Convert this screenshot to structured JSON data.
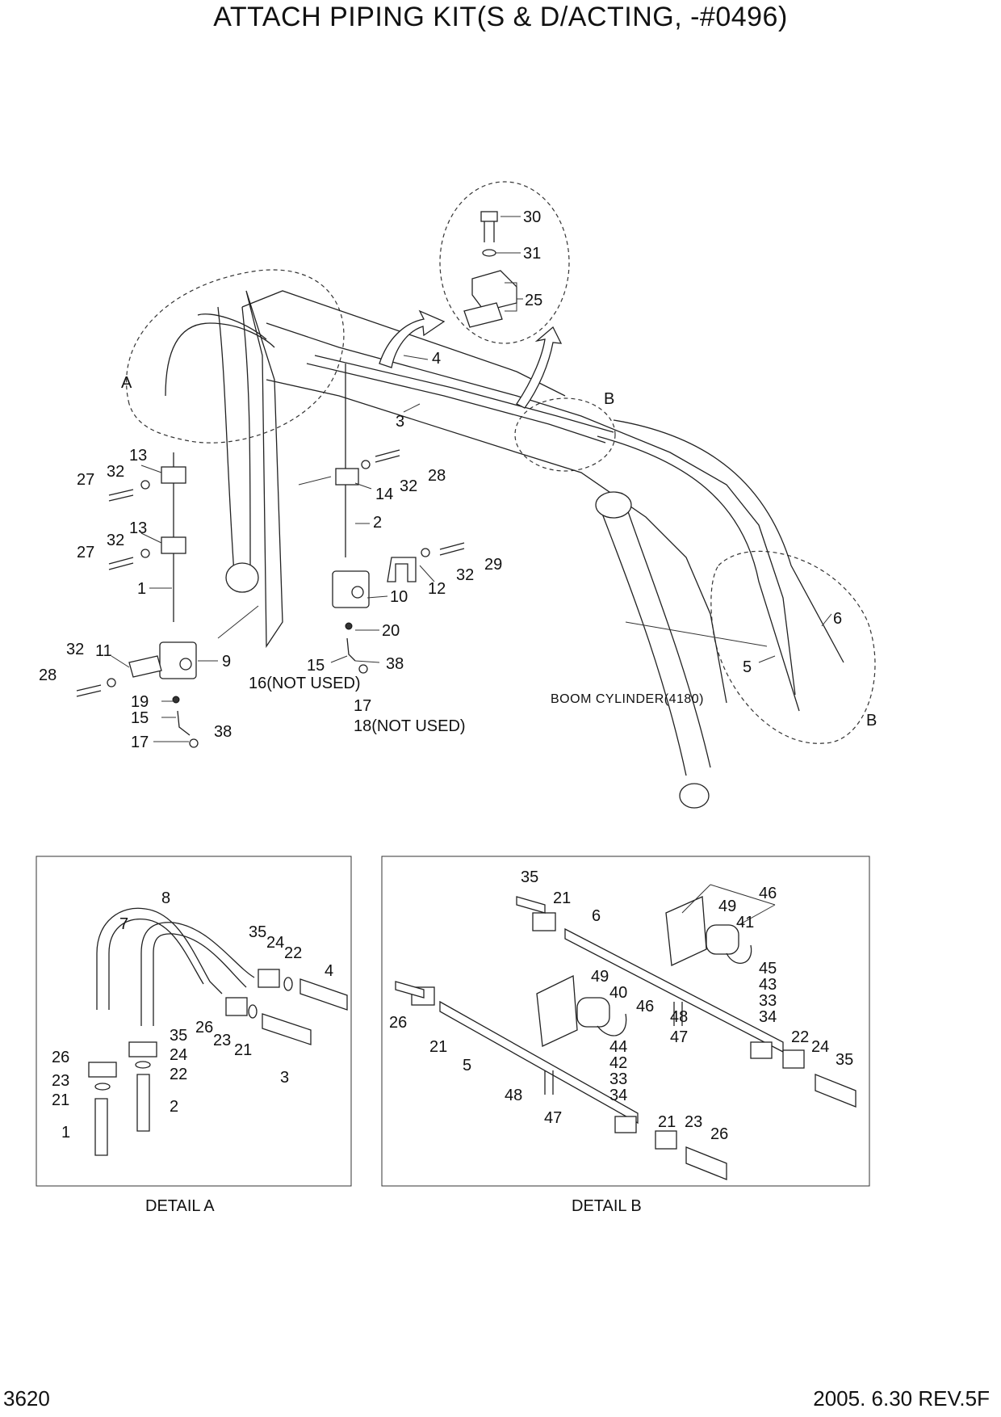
{
  "title": "ATTACH PIPING KIT(S & D/ACTING, -#0496)",
  "labels": {
    "callouts": [
      "30",
      "31",
      "25",
      "4",
      "3",
      "A",
      "B",
      "13",
      "32",
      "27",
      "13",
      "32",
      "27",
      "1",
      "14",
      "32",
      "28",
      "2",
      "29",
      "32",
      "12",
      "10",
      "20",
      "9",
      "11",
      "32",
      "28",
      "19",
      "15",
      "17",
      "38",
      "15",
      "16(NOT USED)",
      "38",
      "17",
      "18(NOT USED)",
      "6",
      "5",
      "B",
      "BOOM CYLINDER(4180)"
    ],
    "detail_a": [
      "8",
      "7",
      "35",
      "24",
      "22",
      "4",
      "26",
      "23",
      "21",
      "3",
      "35",
      "24",
      "22",
      "26",
      "23",
      "21",
      "2",
      "1"
    ],
    "detail_b": [
      "35",
      "21",
      "6",
      "46",
      "49",
      "41",
      "45",
      "43",
      "33",
      "34",
      "26",
      "49",
      "40",
      "46",
      "21",
      "5",
      "48",
      "47",
      "44",
      "42",
      "33",
      "34",
      "48",
      "47",
      "21",
      "23",
      "26",
      "22",
      "24",
      "35"
    ]
  },
  "captions": {
    "detail_a": "DETAIL A",
    "detail_b": "DETAIL B"
  },
  "footer": {
    "page": "3620",
    "revision": "2005. 6.30  REV.5F"
  }
}
